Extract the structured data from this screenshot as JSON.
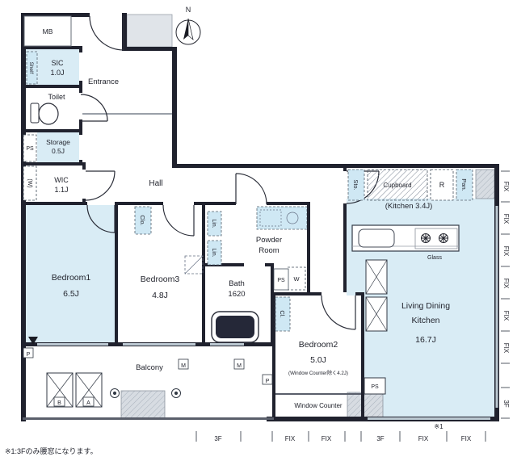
{
  "colors": {
    "wall": "#20222e",
    "room_fill": "#d9ecf5",
    "cabinet_fill": "#cfe8f4",
    "exterior_gray": "#e0e4e9",
    "line": "#2a2d38"
  },
  "compass": {
    "label": "N"
  },
  "note": "※1:3Fのみ腰窓になります。",
  "rooms": {
    "mb": {
      "label": "MB"
    },
    "sic": {
      "label": "SIC",
      "size": "1.0J",
      "shelf": "Shelf"
    },
    "toilet": {
      "label": "Toilet"
    },
    "ps_left": {
      "label": "PS"
    },
    "storage": {
      "label": "Storage",
      "size": "0.5J"
    },
    "water_heater": {
      "label": "(W)"
    },
    "wic": {
      "label": "WIC",
      "size": "1.1J"
    },
    "entrance": {
      "label": "Entrance"
    },
    "hall": {
      "label": "Hall"
    },
    "bedroom1": {
      "label": "Bedroom1",
      "size": "6.5J"
    },
    "bedroom3": {
      "label": "Bedroom3",
      "size": "4.8J"
    },
    "powder_room": {
      "line1": "Powder",
      "line2": "Room"
    },
    "bath": {
      "label": "Bath",
      "size": "1620"
    },
    "bedroom2": {
      "label": "Bedroom2",
      "size": "5.0J",
      "note": "(Window Counter除く4.2J)"
    },
    "kitchen": {
      "label": "(Kitchen 3.4J)"
    },
    "ldk": {
      "line1": "Living Dining",
      "line2": "Kitchen",
      "size": "16.7J"
    },
    "balcony": {
      "label": "Balcony"
    },
    "window_counter": {
      "label": "Window Counter"
    }
  },
  "fixtures": {
    "sto": "Sto.",
    "cupboard": "Cupboard",
    "refrigerator": "R",
    "pantry": "Pan.",
    "glass": "Glass",
    "closet_bedroom3": "Clo.",
    "linen1": "Lin.",
    "linen2": "Lin.",
    "closet_bedroom2": "Cl.",
    "washer": "W",
    "ps_powder": "PS",
    "ps_living": "PS",
    "box_b": "B",
    "box_a": "A",
    "marker_m1": "M",
    "marker_m2": "M",
    "marker_p1": "P",
    "marker_p2": "P"
  },
  "annotations": {
    "right_fix": [
      "FIX",
      "FIX",
      "FIX",
      "FIX",
      "FIX",
      "FIX"
    ],
    "right_3f": "3F",
    "bottom": [
      "3F",
      "FIX",
      "FIX",
      "3F",
      "FIX",
      "FIX"
    ],
    "ref": "※1"
  }
}
